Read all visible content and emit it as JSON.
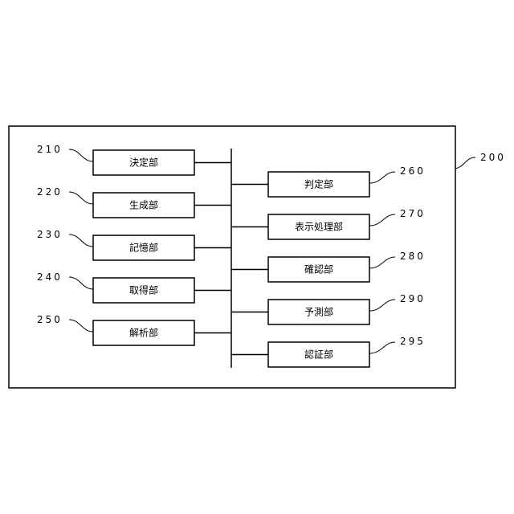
{
  "outer": {
    "ref": "200"
  },
  "left_units": [
    {
      "label": "決定部",
      "ref": "210"
    },
    {
      "label": "生成部",
      "ref": "220"
    },
    {
      "label": "記憶部",
      "ref": "230"
    },
    {
      "label": "取得部",
      "ref": "240"
    },
    {
      "label": "解析部",
      "ref": "250"
    }
  ],
  "right_units": [
    {
      "label": "判定部",
      "ref": "260"
    },
    {
      "label": "表示処理部",
      "ref": "270"
    },
    {
      "label": "確認部",
      "ref": "280"
    },
    {
      "label": "予測部",
      "ref": "290"
    },
    {
      "label": "認証部",
      "ref": "295"
    }
  ]
}
